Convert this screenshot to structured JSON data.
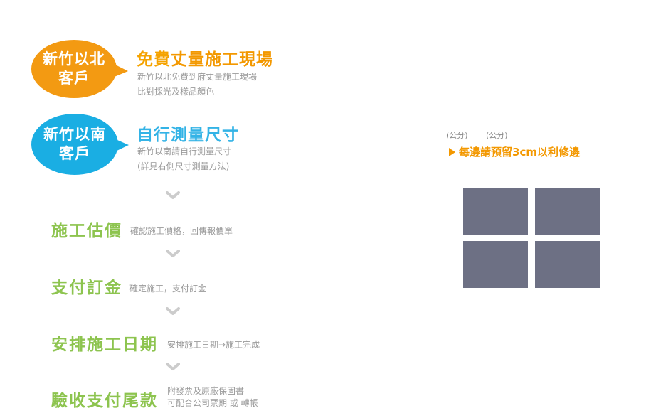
{
  "option_north": {
    "bubble_line1": "新竹以北",
    "bubble_line2": "客戶",
    "title_part1": "免費",
    "title_part2": "丈量施工現場",
    "desc_line1": "新竹以北免費到府丈量施工現場",
    "desc_line2": "比對採光及樣品顏色",
    "colors": {
      "bubble": "#f39a12",
      "title_part1": "#f5a300",
      "title_part2": "#f39800"
    }
  },
  "option_south": {
    "bubble_line1": "新竹以南",
    "bubble_line2": "客戶",
    "title": "自行測量尺寸",
    "desc_line1": "新竹以南請自行測量尺寸",
    "desc_line2": "(詳見右側尺寸測量方法)",
    "colors": {
      "bubble": "#1aaee3",
      "title": "#33b3e6"
    }
  },
  "steps": [
    {
      "title": "施工估價",
      "desc": "確認施工價格，回傳報價單"
    },
    {
      "title": "支付訂金",
      "desc": "確定施工，支付訂金"
    },
    {
      "title": "安排施工日期",
      "desc": "安排施工日期→施工完成"
    },
    {
      "title": "驗收支付尾款",
      "desc_line1": "附發票及原廠保固書",
      "desc_line2": "可配合公司票期 或 轉帳"
    }
  ],
  "measure": {
    "unit_1": "(公分)",
    "unit_2": "(公分)",
    "note": "每邊請預留3cm以利修邊",
    "pane_color": "#6d7084"
  },
  "icons": {
    "chevron": "chevron-down-icon",
    "note_arrow": "triangle-right-icon"
  },
  "step_color": "#8dc44f"
}
